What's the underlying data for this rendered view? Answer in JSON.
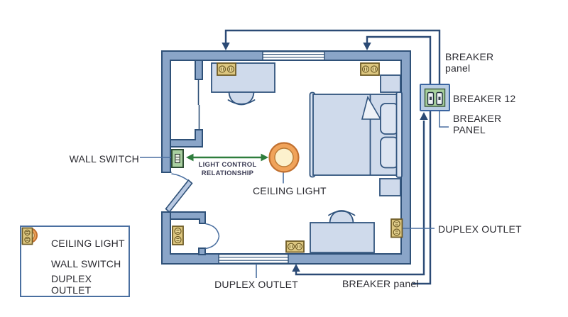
{
  "diagram": {
    "title_hint": "bedroom electrical floor plan",
    "labels": {
      "wall_switch": "WALL SWITCH",
      "light_control": "LIGHT CONTROL RELATIONSHIP",
      "ceiling_light": "CEILING LIGHT",
      "duplex_outlet_bottom": "DUPLEX OUTLET",
      "duplex_outlet_right": "DUPLEX OUTLET",
      "breaker_panel_top": "BREAKER panel",
      "breaker_12": "BREAKER 12",
      "breaker_panel_right": "BREAKER PANEL",
      "breaker_panel_bottom": "BREAKER panel"
    },
    "legend": {
      "items": [
        {
          "icon": "ceiling-light-icon",
          "label": "CEILING LIGHT"
        },
        {
          "icon": "wall-switch-icon",
          "label": "WALL SWITCH"
        },
        {
          "icon": "duplex-outlet-icon",
          "label": "DUPLEX OUTLET"
        }
      ]
    },
    "colors": {
      "wall_fill": "#8aa5c8",
      "wall_stroke": "#2f5178",
      "furniture_fill": "#cfdaeb",
      "outlet_fill": "#dcc67f",
      "outlet_stroke": "#6e5b26",
      "switch_fill": "#a9cfa0",
      "light_ring": "#f0a35a",
      "light_center": "#fcf1cd",
      "panel_outer": "#b9cde3",
      "panel_inner": "#a8d09e",
      "wire": "#2b4a75",
      "leader": "#4a6fa0",
      "green_arrow": "#2e7d3c",
      "text": "#2b2b31"
    }
  }
}
